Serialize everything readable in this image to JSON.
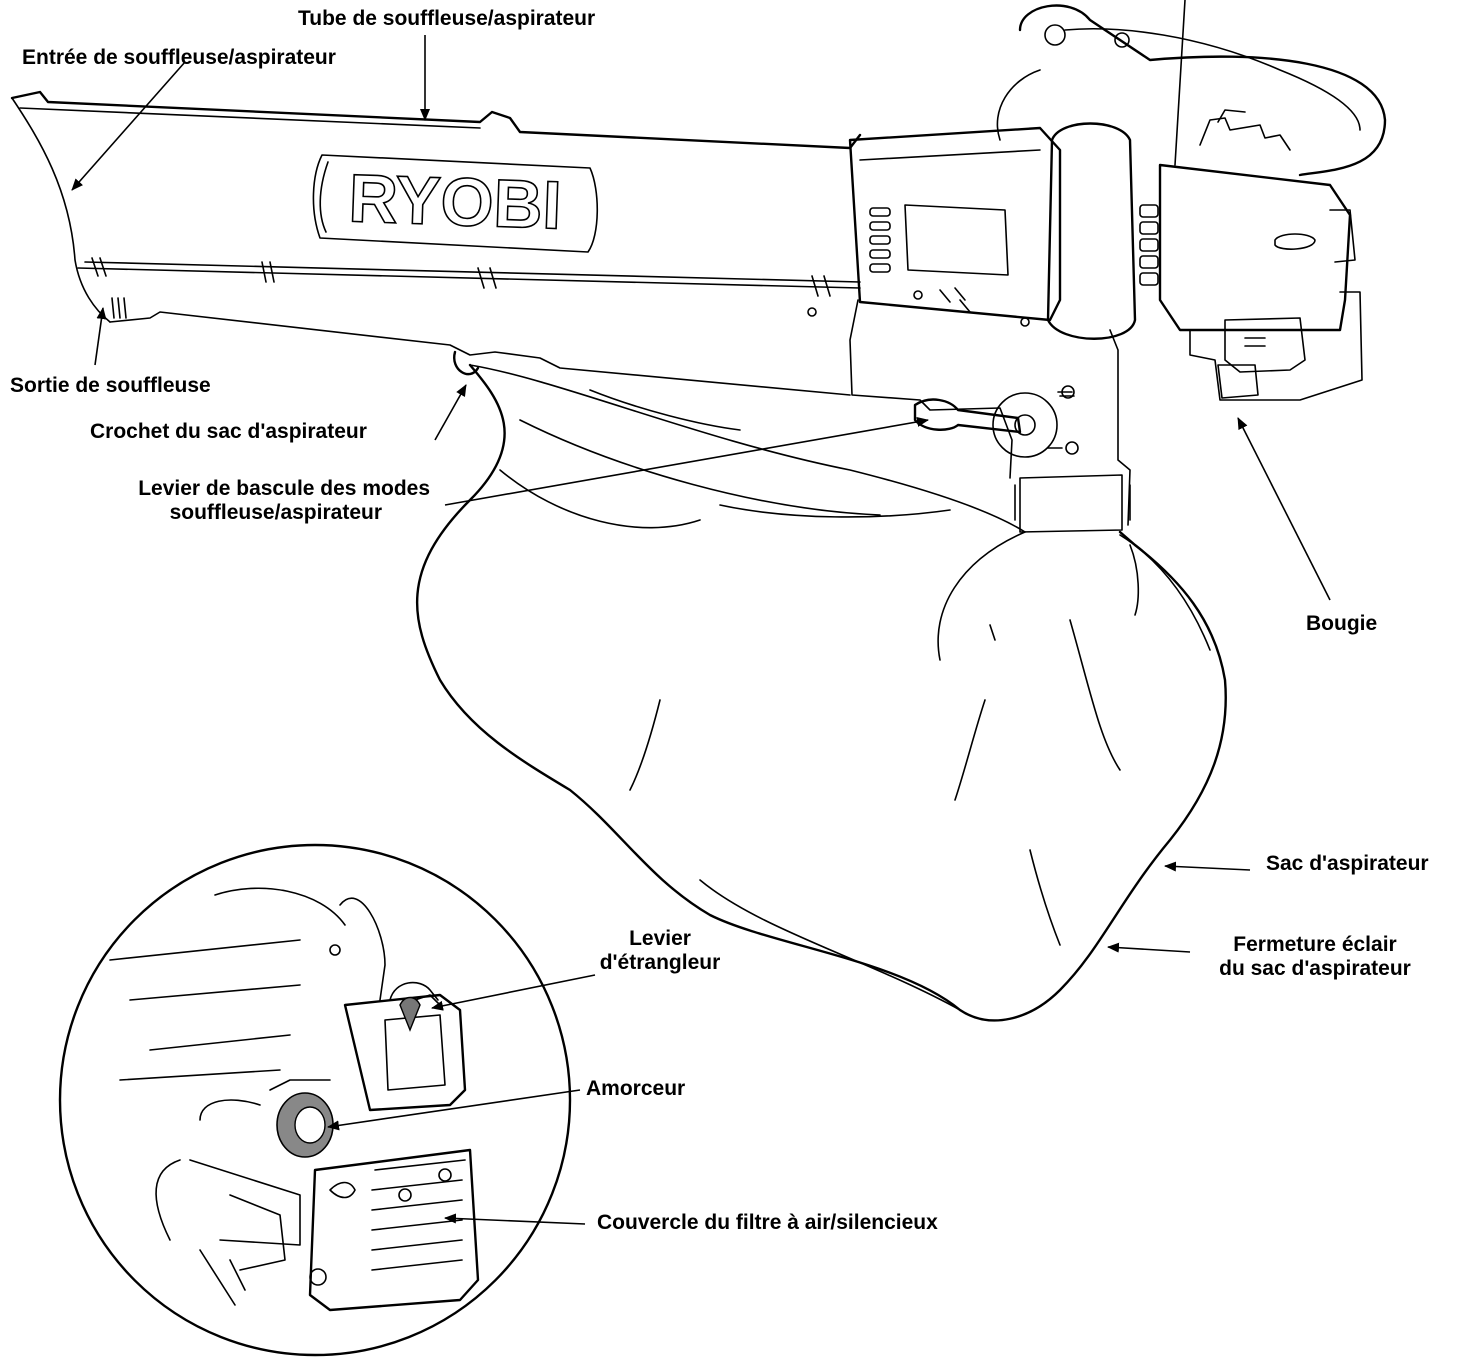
{
  "labels": {
    "tube": "Tube de souffleuse/aspirateur",
    "entree": "Entrée de souffleuse/aspirateur",
    "sortie": "Sortie de souffleuse",
    "crochet": "Crochet du sac d'aspirateur",
    "levier_modes_1": "Levier de bascule des modes",
    "levier_modes_2": "souffleuse/aspirateur",
    "bougie": "Bougie",
    "sac": "Sac d'aspirateur",
    "fermeture_1": "Fermeture éclair",
    "fermeture_2": "du sac d'aspirateur",
    "etrangleur_1": "Levier",
    "etrangleur_2": "d'étrangleur",
    "amorceur": "Amorceur",
    "couvercle": "Couvercle du filtre à air/silencieux"
  },
  "logo_text": "RYOBI",
  "colors": {
    "line": "#000000",
    "background": "#ffffff",
    "primer_fill": "#777777"
  }
}
